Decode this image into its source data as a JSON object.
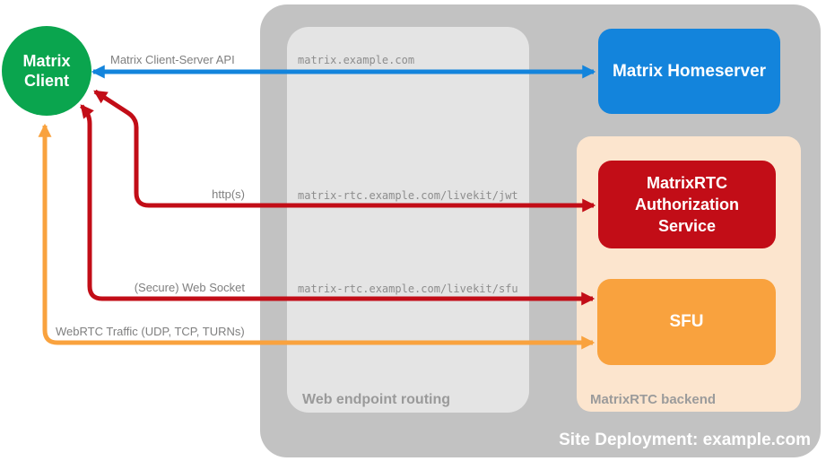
{
  "nodes": {
    "client": {
      "label": "Matrix Client",
      "color": "#0aa54e",
      "text_color": "#ffffff"
    },
    "homeserver": {
      "label": "Matrix Homeserver",
      "color": "#1384dc",
      "text_color": "#ffffff"
    },
    "auth": {
      "label": "MatrixRTC Authorization Service",
      "color": "#c20d17",
      "text_color": "#ffffff"
    },
    "sfu": {
      "label": "SFU",
      "color": "#f9a23e",
      "text_color": "#ffffff"
    }
  },
  "groups": {
    "site_deployment": {
      "label": "Site Deployment: example.com",
      "color": "#c2c2c2",
      "label_color": "#ffffff"
    },
    "web_endpoint_routing": {
      "label": "Web endpoint routing",
      "color": "#e4e4e4",
      "label_color": "#9a9a9a"
    },
    "matrixrtc_backend": {
      "label": "MatrixRTC backend",
      "color": "#fce5ce",
      "label_color": "#9b9b9b"
    }
  },
  "routes": [
    {
      "path": "matrix.example.com"
    },
    {
      "path": "matrix-rtc.example.com/livekit/jwt"
    },
    {
      "path": "matrix-rtc.example.com/livekit/sfu"
    }
  ],
  "connections": [
    {
      "label": "Matrix Client-Server API",
      "color": "#1384dc",
      "from": "Matrix Client",
      "to": "Matrix Homeserver",
      "via": "matrix.example.com",
      "bidirectional": true
    },
    {
      "label": "http(s)",
      "color": "#c20d17",
      "from": "Matrix Client",
      "to": "MatrixRTC Authorization Service",
      "via": "matrix-rtc.example.com/livekit/jwt",
      "bidirectional": true
    },
    {
      "label": "(Secure) Web Socket",
      "color": "#c20d17",
      "from": "Matrix Client",
      "to": "SFU",
      "via": "matrix-rtc.example.com/livekit/sfu",
      "bidirectional": true
    },
    {
      "label": "WebRTC Traffic (UDP, TCP, TURNs)",
      "color": "#f9a23e",
      "from": "Matrix Client",
      "to": "SFU",
      "bidirectional": true
    }
  ],
  "text_colors": {
    "connection_label": "#7f7f7f",
    "route_text": "#8d8d8d"
  }
}
